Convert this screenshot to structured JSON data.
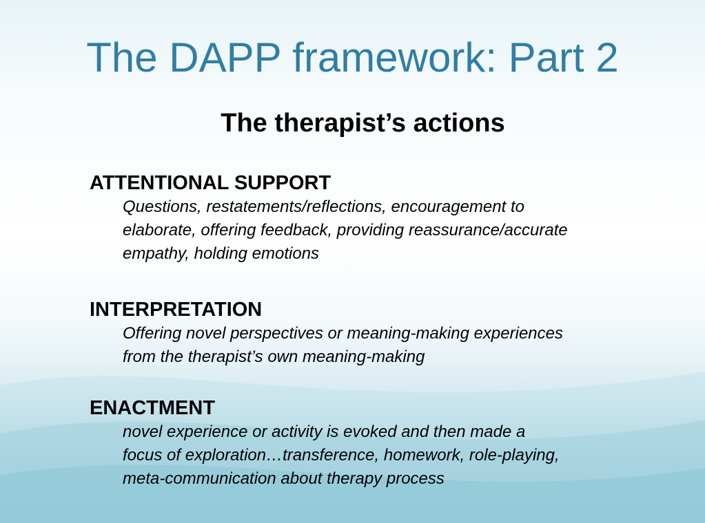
{
  "slide": {
    "title": "The DAPP framework: Part 2",
    "subtitle": "The therapist’s actions",
    "sections": [
      {
        "heading": "ATTENTIONAL SUPPORT",
        "lines": [
          "Questions, restatements/reflections, encouragement to",
          "elaborate, offering feedback, providing reassurance/accurate",
          "empathy, holding emotions"
        ]
      },
      {
        "heading": "INTERPRETATION",
        "lines": [
          "Offering novel perspectives or meaning-making experiences",
          "from the therapist’s own meaning-making"
        ]
      },
      {
        "heading": "ENACTMENT",
        "lines": [
          "novel experience or activity is evoked and then made a",
          "focus of exploration…transference, homework, role-playing,",
          "meta-communication about therapy process"
        ]
      }
    ]
  },
  "colors": {
    "title": "#2f7ea4",
    "body_text": "#000000",
    "background_top": "#e6f3f7",
    "background_bottom": "#8cc3d3"
  }
}
